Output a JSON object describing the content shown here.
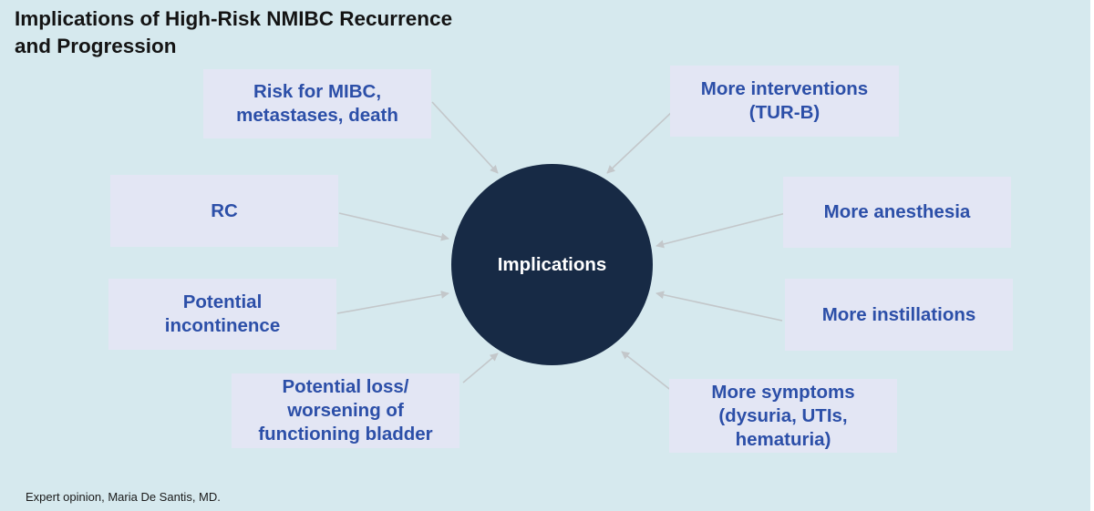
{
  "title": {
    "line1": "Implications of High-Risk NMIBC Recurrence",
    "line2": "and Progression"
  },
  "hub": {
    "label": "Implications"
  },
  "boxes": {
    "risk": [
      "Risk for MIBC,",
      "metastases, death"
    ],
    "rc": [
      "RC"
    ],
    "incontinence": [
      "Potential",
      "incontinence"
    ],
    "bladder": [
      "Potential loss/",
      "worsening of",
      "functioning bladder"
    ],
    "interventions": [
      "More interventions",
      "(TUR-B)"
    ],
    "anesthesia": [
      "More anesthesia"
    ],
    "instillations": [
      "More instillations"
    ],
    "symptoms": [
      "More symptoms",
      "(dysuria, UTIs,",
      "hematuria)"
    ]
  },
  "footnote": "Expert opinion, Maria De Santis, MD.",
  "colors": {
    "background": "#d6e9ee",
    "box_fill": "#e3e6f4",
    "box_text": "#2c4fa8",
    "hub_fill": "#172a45",
    "arrow": "#c3c7ca"
  }
}
